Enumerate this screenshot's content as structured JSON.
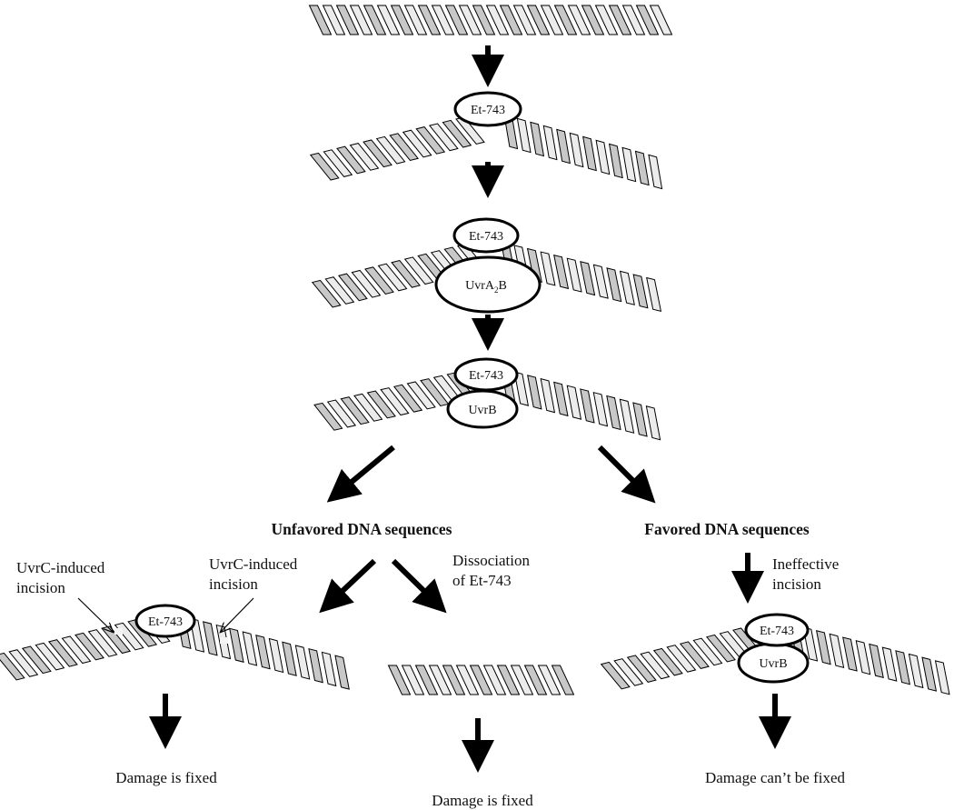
{
  "labels": {
    "unfavored": "Unfavored DNA sequences",
    "favored": "Favored DNA sequences",
    "incision_left": [
      "UvrC-induced",
      "incision"
    ],
    "incision_right": [
      "UvrC-induced",
      "incision"
    ],
    "dissociation": [
      "Dissociation",
      "of Et-743"
    ],
    "ineffective": [
      "Ineffective",
      "incision"
    ],
    "outcome_left": "Damage is fixed",
    "outcome_middle": "Damage is fixed",
    "outcome_right": "Damage can’t be fixed"
  },
  "molecules": {
    "drug": "Et-743",
    "complex_main": "UvrA",
    "complex_sub": "2",
    "complex_end": "B",
    "uvrb": "UvrB"
  },
  "colors": {
    "helix_fill": "#c8c8c8",
    "helix_highlight": "#ececec",
    "outline": "#000000",
    "nick": "#f4f4f4"
  }
}
